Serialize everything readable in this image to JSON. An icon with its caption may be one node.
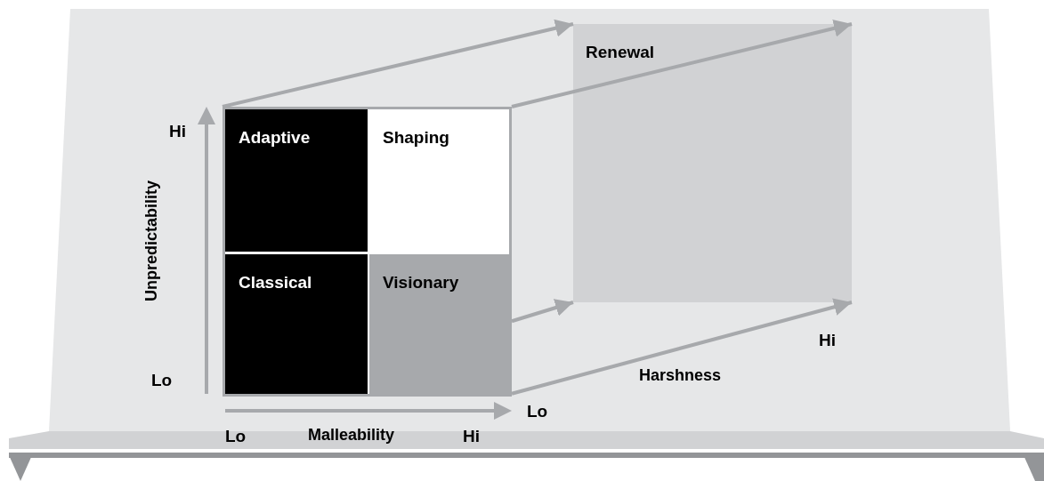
{
  "diagram": {
    "nodes": [
      {
        "text": [],
        "shape": "box"
      },
      {
        "text": [
          "Adaptive"
        ],
        "in": 0
      },
      {
        "text": [
          "Shaping"
        ],
        "in": 0
      },
      {
        "text": [
          "Classical"
        ],
        "in": 0
      },
      {
        "text": [
          "Visionary"
        ],
        "in": 0
      },
      {
        "text": [
          "Renewal"
        ]
      }
    ],
    "edges": [
      {
        "from": 0,
        "to": 5,
        "arrow": "to"
      },
      {
        "from": 0,
        "to": 5,
        "arrow": "to"
      },
      {
        "from": 0,
        "to": 5,
        "arrow": "to"
      },
      {
        "from": 0,
        "to": 5,
        "arrow": "to"
      }
    ],
    "labels": [
      "Hi",
      "Unpredictability",
      "Hi",
      "Harshness",
      "Lo",
      "Lo",
      "Lo",
      "Malleability",
      "Hi"
    ]
  }
}
